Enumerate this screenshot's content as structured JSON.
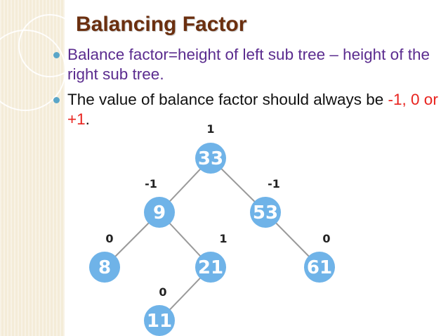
{
  "slide": {
    "title": "Balancing Factor",
    "bullets": [
      {
        "text": "Balance factor=height of left sub tree – height of the right sub tree."
      },
      {
        "text_before": "The value of balance factor should always be ",
        "highlight": "-1, 0 or +1",
        "text_after": "."
      }
    ]
  },
  "colors": {
    "title": "#6b2f0f",
    "bullet_1_text": "#5b2c8f",
    "highlight": "#e8231e",
    "node_fill": "#6fb3e8",
    "bullet_marker": "#5aa6c8"
  },
  "tree": {
    "nodes": [
      {
        "id": "n33",
        "value": "33",
        "balance": "1"
      },
      {
        "id": "n9",
        "value": "9",
        "balance": "-1"
      },
      {
        "id": "n53",
        "value": "53",
        "balance": "-1"
      },
      {
        "id": "n8",
        "value": "8",
        "balance": "0"
      },
      {
        "id": "n21",
        "value": "21",
        "balance": "1"
      },
      {
        "id": "n61",
        "value": "61",
        "balance": "0"
      },
      {
        "id": "n11",
        "value": "11",
        "balance": "0"
      }
    ],
    "edges": [
      {
        "from": "n33",
        "to": "n9"
      },
      {
        "from": "n33",
        "to": "n53"
      },
      {
        "from": "n9",
        "to": "n8"
      },
      {
        "from": "n9",
        "to": "n21"
      },
      {
        "from": "n53",
        "to": "n61"
      },
      {
        "from": "n21",
        "to": "n11"
      }
    ]
  }
}
